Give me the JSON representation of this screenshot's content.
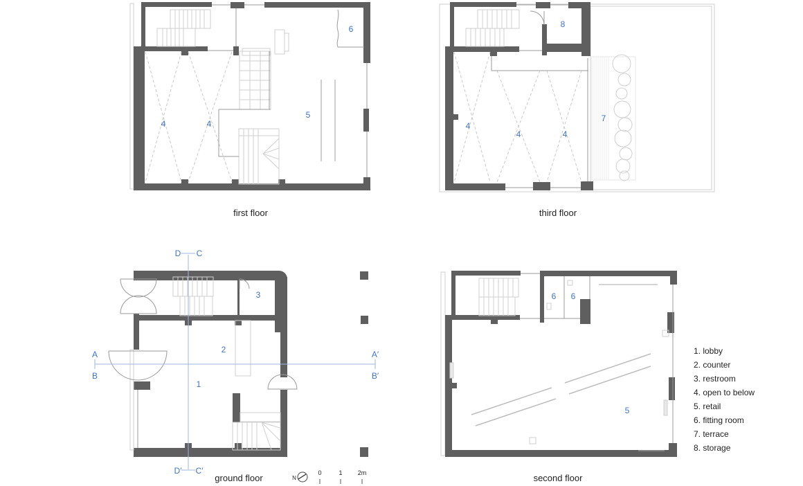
{
  "plans": {
    "first_floor": {
      "title": "first floor",
      "labels": [
        "4",
        "4",
        "5",
        "6"
      ]
    },
    "third_floor": {
      "title": "third floor",
      "labels": [
        "8",
        "4",
        "4",
        "4",
        "7"
      ]
    },
    "ground_floor": {
      "title": "ground floor",
      "labels": [
        "1",
        "2",
        "3"
      ],
      "sections": {
        "top": [
          "D",
          "C"
        ],
        "bottom": [
          "D′",
          "C′"
        ],
        "left": [
          "A",
          "B"
        ],
        "right": [
          "A′",
          "B′"
        ]
      }
    },
    "second_floor": {
      "title": "second floor",
      "labels": [
        "6",
        "6",
        "5"
      ]
    }
  },
  "scale_bar": {
    "north": "N",
    "ticks": [
      "0",
      "1",
      "2m"
    ]
  },
  "legend": [
    "1. lobby",
    "2. counter",
    "3. restroom",
    "4. open to below",
    "5. retail",
    "6. fitting room",
    "7. terrace",
    "8. storage"
  ],
  "colors": {
    "wall": "#5f5f5f",
    "label": "#3f74c4",
    "section_line": "#9db4dc"
  }
}
